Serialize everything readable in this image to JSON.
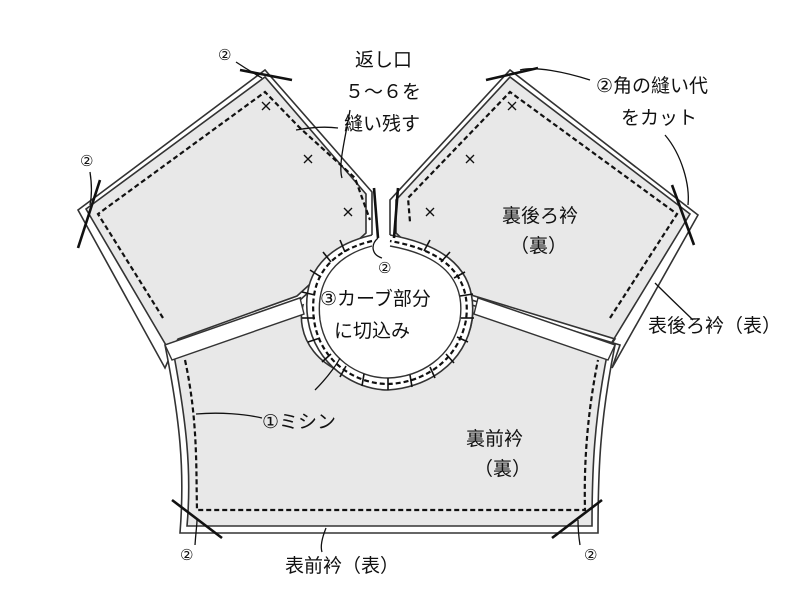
{
  "colors": {
    "fabric_fill": "#e8e8e8",
    "outline": "#333333",
    "background": "#ffffff"
  },
  "labels": {
    "opening_line1": "返し口",
    "opening_line2": "５～６を",
    "opening_line3": "縫い残す",
    "corner_cut_line1": "②角の縫い代",
    "corner_cut_line2": "をカット",
    "back_collar_reverse_line1": "裏後ろ衿",
    "back_collar_reverse_line2": "（裏）",
    "back_collar_front_face": "表後ろ衿（表）",
    "curve_notch_line1": "③カーブ部分",
    "curve_notch_line2": "に切込み",
    "stitch": "①ミシン",
    "front_collar_reverse_line1": "裏前衿",
    "front_collar_reverse_line2": "（裏）",
    "front_collar_front_face": "表前衿（表）",
    "marker_2": "②"
  },
  "icons": {
    "tack_mark": "x-cross-mark",
    "clip_cut": "diagonal-line-cut-mark",
    "step_marker": "circled-number-2"
  }
}
